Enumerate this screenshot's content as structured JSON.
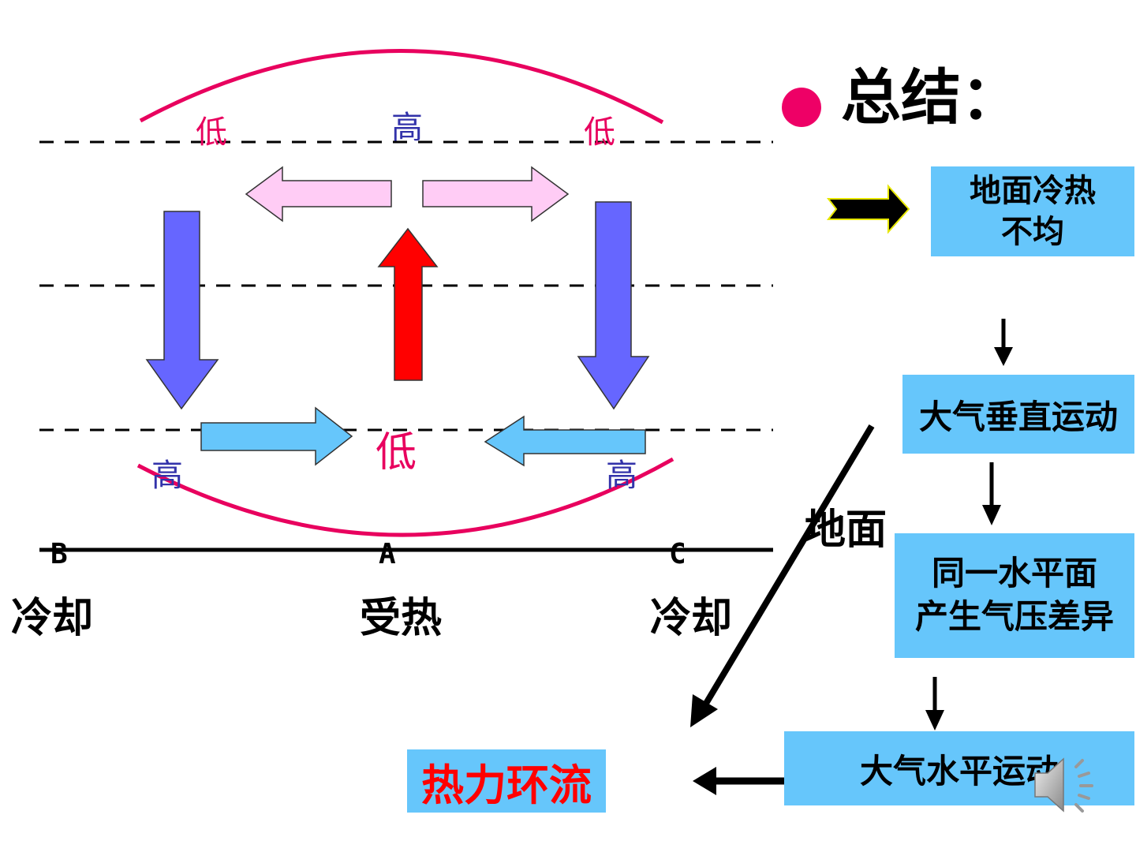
{
  "title": "总结：",
  "colors": {
    "bullet": "#ee0066",
    "box": "#66c6fb",
    "result_box": "#66c6fb",
    "result_text": "#ff0000",
    "arc": "#e8005e",
    "low_label": "#e8005e",
    "high_label": "#3333aa",
    "down_arrow": "#6666ff",
    "up_arrow": "#ff0000",
    "upper_arrow": "#ffccf5",
    "lower_arrow": "#66c6fb"
  },
  "diagram": {
    "upper_labels": {
      "left": "低",
      "center": "高",
      "right": "低"
    },
    "lower_labels": {
      "left": "高",
      "center": "低",
      "right": "高"
    },
    "points": {
      "left": "B",
      "center": "A",
      "right": "C"
    },
    "conditions": {
      "left": "冷却",
      "center": "受热",
      "right": "冷却"
    }
  },
  "flow": {
    "step1_line1": "地面冷热",
    "step1_line2": "不均",
    "step2": "大气垂直运动",
    "step3_line1": "同一水平面",
    "step3_line2": "产生气压差异",
    "step4": "大气水平运动",
    "side_label": "地面",
    "result": "热力环流"
  },
  "icons": [
    "speaker-icon"
  ]
}
